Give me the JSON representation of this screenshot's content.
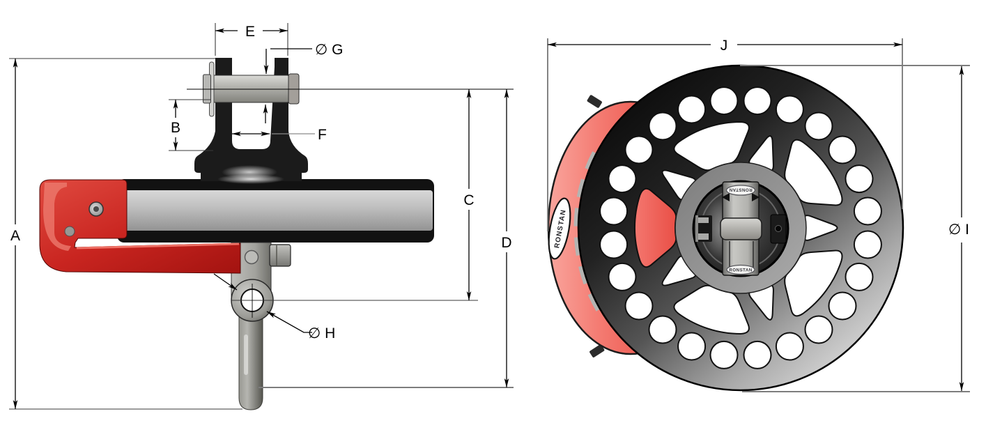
{
  "diagram": {
    "kind": "technical dimension drawing of a sailing block (pulley) with shackle head and stud post",
    "brand": "RONSTAN",
    "dims": {
      "A": "A",
      "B": "B",
      "C": "C",
      "D": "D",
      "E": "E",
      "F": "F",
      "G": "∅ G",
      "H": "∅ H",
      "I": "∅ I",
      "J": "J"
    },
    "badges": {
      "plate": "RONSTAN",
      "hub_top": "RONSTAN",
      "hub_bottom": "RONSTAN"
    },
    "colors": {
      "accent_red": "#d6423a",
      "accent_red_light": "#f4776f",
      "steel_gray": "#9a9a96",
      "outline": "#111111"
    }
  }
}
